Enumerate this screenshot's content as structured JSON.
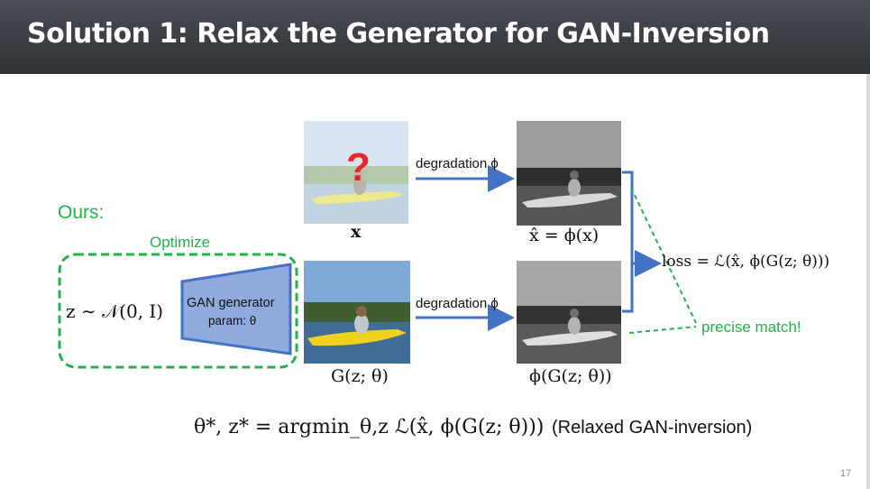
{
  "slide": {
    "title": "Solution 1: Relax the Generator for GAN-Inversion",
    "page_number": "17"
  },
  "diagram": {
    "ours_label": "Ours:",
    "optimize_label": "Optimize",
    "latent_prior": "z ∼ 𝒩(0, I)",
    "generator_label": "GAN generator",
    "generator_param": "param: θ",
    "question_mark": "?",
    "degradation_top": "degradation ϕ",
    "degradation_bottom": "degradation ϕ",
    "caption_x": "x",
    "caption_xhat": "x̂ = ϕ(x)",
    "caption_gz": "G(z; θ)",
    "caption_phi_gz": "ϕ(G(z; θ))",
    "loss": "loss = ℒ(x̂, ϕ(G(z; θ)))",
    "precise_match": "precise match!",
    "objective": "θ*, z* = argmin_θ,z ℒ(x̂, ϕ(G(z; θ)))",
    "objective_note": "(Relaxed GAN-inversion)"
  },
  "colors": {
    "accent_green": "#22b14c",
    "arrow_blue": "#4472c4",
    "generator_fill": "#8faadc",
    "question_red": "#e8262a"
  }
}
